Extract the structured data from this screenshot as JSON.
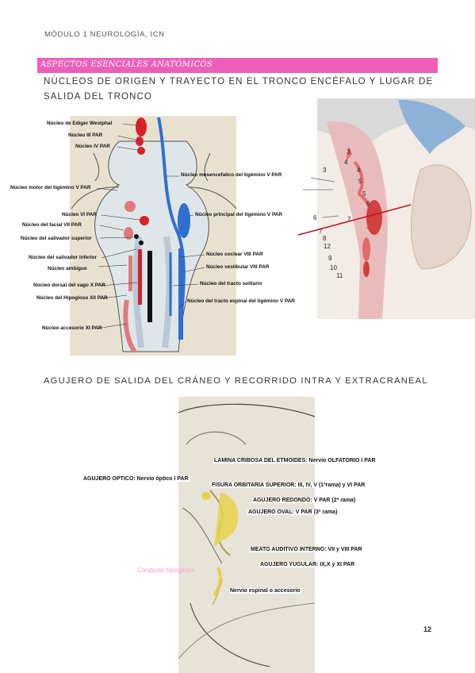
{
  "header": {
    "text": "MÓDULO 1 NEUROLOGÍA, ICN"
  },
  "banner": {
    "text": "ASPECTOS ESENCIALES ANATÓMICOS",
    "color": "#ef5fb9"
  },
  "section1": {
    "line1": "NÚCLEOS DE ORIGEN Y TRAYECTO EN EL TRONCO ENCÉFALO Y LUGAR DE",
    "line2": "SALIDA DEL TRONCO"
  },
  "brainstem": {
    "left_labels": [
      "Núcleo de Ediger Westphal",
      "Núcleo III PAR",
      "Núcleo IV PAR",
      "Núcleo motor del tigémino V PAR",
      "Núcleo VI PAR",
      "Núcleo del facial VII PAR",
      "Núcleo del salivador superior",
      "Núcleo del salivador inferior",
      "Núcleo ambiguo",
      "Núcleo dorsal del vago X PAR",
      "Núcleo del Hipogloso XII PAR",
      "Núcleo accesorio XI PAR"
    ],
    "right_labels": [
      "Núcleo mesencefalico del tigémino V PAR",
      "Núcleo principal del tigémino V PAR",
      "Núcleo coclear VIII PAR",
      "Núcleo vestibular VIII PAR",
      "Núcleo del tracto solitario",
      "Núcleo del tracto espinal del tigémino V PAR"
    ]
  },
  "sagittal": {
    "numbers": [
      "3",
      "4",
      "3",
      "4",
      "5",
      "5",
      "6",
      "7",
      "6",
      "7",
      "8",
      "12",
      "9",
      "10",
      "11"
    ]
  },
  "section2": {
    "title": "AGUJERO DE SALIDA DEL CRÁNEO Y RECORRIDO INTRA Y EXTRACRANEAL"
  },
  "skull": {
    "labels": [
      "LAMINA CRIBOSA DEL ETMOIDES: Nervio OLFATORIO I PAR",
      "AGUJERO OPTICO: Nervio óptico I PAR",
      "FISURA ORBITARIA SUPERIOR: III, IV, V (1ªrama) y VI PAR",
      "AGUJERO REDONDO:  V PAR  (2ª rama)",
      "AGUJERO OVAL:  V PAR  (3ª rama)",
      "MEATO AUDITIVO INTERNO: VII y VIII PAR",
      "AGUJERO YUGULAR: IX,X y XI PAR",
      "Nervio espinal o accesorio"
    ],
    "annotation": "Conducto hipogloso:"
  },
  "page_number": "12"
}
